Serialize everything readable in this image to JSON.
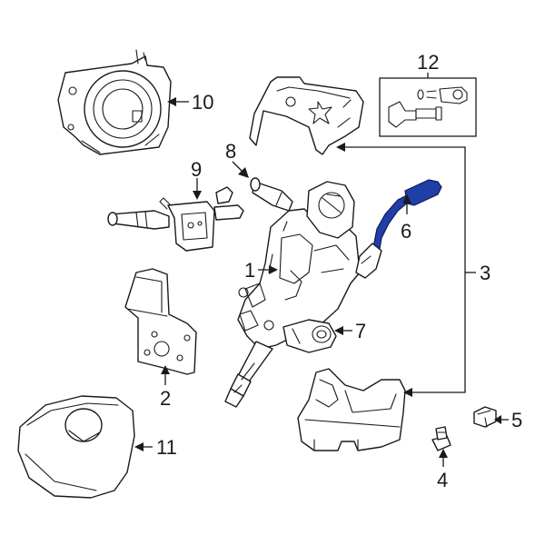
{
  "callouts": {
    "c1": "1",
    "c2": "2",
    "c3": "3",
    "c4": "4",
    "c5": "5",
    "c6": "6",
    "c7": "7",
    "c8": "8",
    "c9": "9",
    "c10": "10",
    "c11": "11",
    "c12": "12"
  },
  "colors": {
    "line": "#1a1a1a",
    "highlight": "#1f3fa6",
    "background": "#ffffff"
  },
  "highlighted_part": "6"
}
